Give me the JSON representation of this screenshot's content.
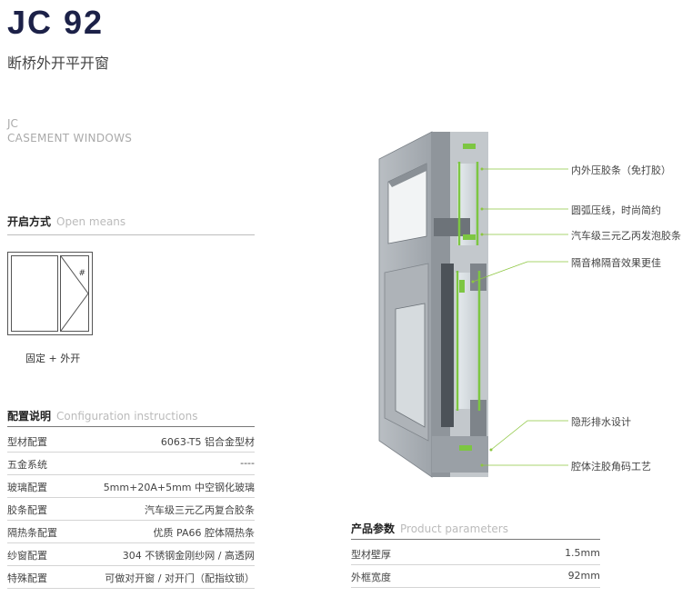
{
  "header": {
    "model": "JC 92",
    "subtitle": "断桥外开平开窗",
    "series_en_line1": "JC",
    "series_en_line2": "CASEMENT WINDOWS"
  },
  "open_means": {
    "heading_cn": "开启方式",
    "heading_en": "Open means",
    "symbol": "#",
    "caption": "固定 + 外开"
  },
  "configuration": {
    "heading_cn": "配置说明",
    "heading_en": "Configuration instructions",
    "rows": [
      {
        "label": "型材配置",
        "value": "6063-T5 铝合金型材"
      },
      {
        "label": "五金系统",
        "value": "----"
      },
      {
        "label": "玻璃配置",
        "value": "5mm+20A+5mm 中空钢化玻璃"
      },
      {
        "label": "胶条配置",
        "value": "汽车级三元乙丙复合胶条"
      },
      {
        "label": "隔热条配置",
        "value": "优质 PA66 腔体隔热条"
      },
      {
        "label": "纱窗配置",
        "value": "304 不锈钢金刚纱网 / 高透网"
      },
      {
        "label": "特殊配置",
        "value": "可做对开窗 / 对开门（配指纹锁）"
      }
    ]
  },
  "product": {
    "heading_cn": "产品参数",
    "heading_en": "Product parameters",
    "rows": [
      {
        "label": "型材壁厚",
        "value": "1.5mm"
      },
      {
        "label": "外框宽度",
        "value": "92mm"
      }
    ]
  },
  "callouts": [
    "内外压胶条（免打胶）",
    "圆弧压线，时尚简约",
    "汽车级三元乙丙发泡胶条",
    "隔音棉隔音效果更佳",
    "隐形排水设计",
    "腔体注胶角码工艺"
  ],
  "colors": {
    "title": "#1c2148",
    "profile": "#a7adb3",
    "profile_dark": "#6f757b",
    "gasket": "#7dc642",
    "leader": "#8cc63f"
  }
}
